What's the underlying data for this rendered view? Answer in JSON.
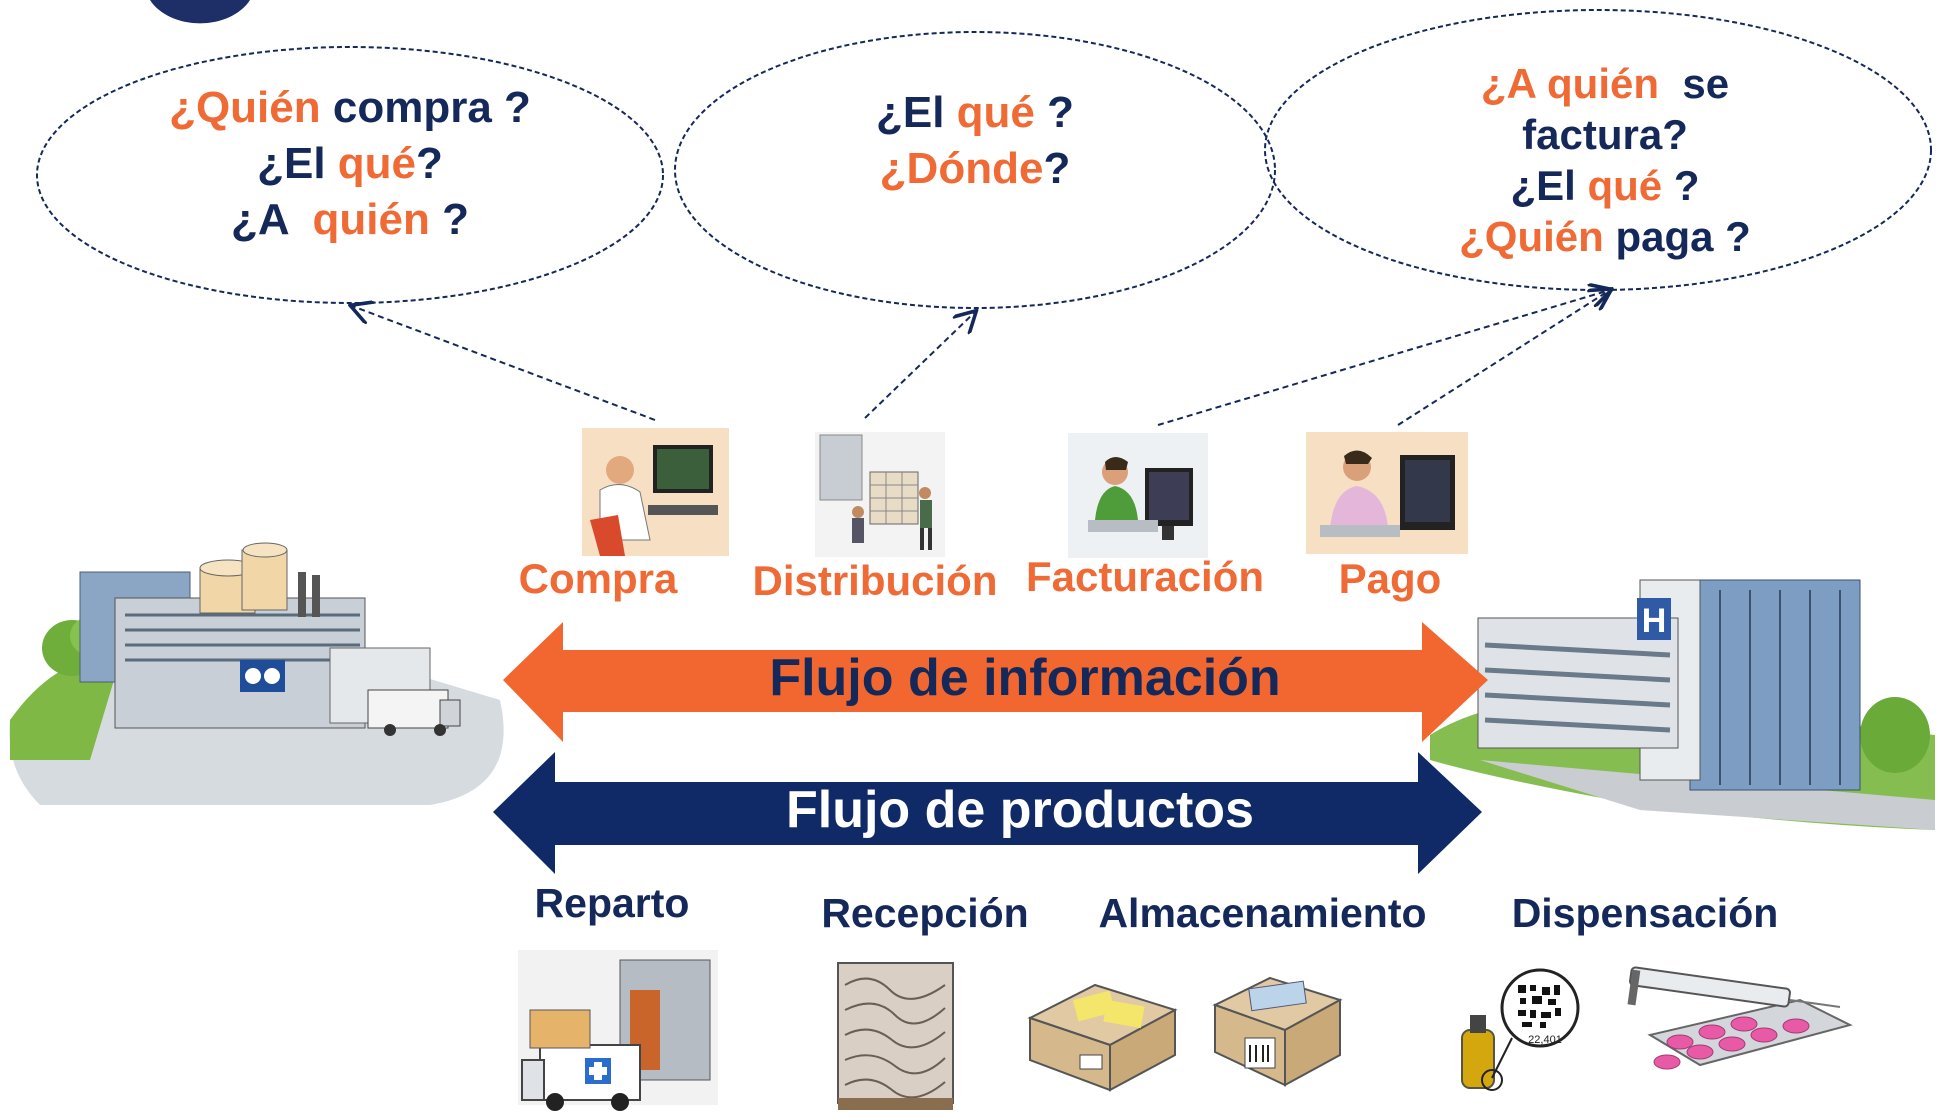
{
  "bubbles": [
    {
      "lines": [
        [
          {
            "t": "¿Quién",
            "c": "orange"
          },
          {
            "t": " compra ?",
            "c": "navy"
          }
        ],
        [
          {
            "t": "¿El ",
            "c": "navy"
          },
          {
            "t": "qué",
            "c": "orange"
          },
          {
            "t": "?",
            "c": "navy"
          }
        ],
        [
          {
            "t": "¿A  ",
            "c": "navy"
          },
          {
            "t": "quién",
            "c": "orange"
          },
          {
            "t": " ?",
            "c": "navy"
          }
        ]
      ]
    },
    {
      "lines": [
        [
          {
            "t": "¿El ",
            "c": "navy"
          },
          {
            "t": "qué",
            "c": "orange"
          },
          {
            "t": " ?",
            "c": "navy"
          }
        ],
        [
          {
            "t": "¿Dónde",
            "c": "orange"
          },
          {
            "t": "?",
            "c": "navy"
          }
        ]
      ]
    },
    {
      "lines": [
        [
          {
            "t": "¿A quién",
            "c": "orange"
          },
          {
            "t": "  se",
            "c": "navy"
          }
        ],
        [
          {
            "t": "factura?",
            "c": "navy"
          }
        ],
        [
          {
            "t": "¿El ",
            "c": "navy"
          },
          {
            "t": "qué",
            "c": "orange"
          },
          {
            "t": " ?",
            "c": "navy"
          }
        ],
        [
          {
            "t": "¿Quién",
            "c": "orange"
          },
          {
            "t": " paga ?",
            "c": "navy"
          }
        ]
      ]
    }
  ],
  "roles": {
    "compra": "Compra",
    "distribucion": "Distribución",
    "facturacion": "Facturación",
    "pago": "Pago"
  },
  "flows": {
    "information": "Flujo de información",
    "products": "Flujo de productos"
  },
  "steps": {
    "reparto": "Reparto",
    "recepcion": "Recepción",
    "almacenamiento": "Almacenamiento",
    "dispensacion": "Dispensación"
  },
  "dispensation_code": "22,401",
  "colors": {
    "orange": "#ef6a35",
    "navy": "#14285a",
    "arrow_orange": "#f1672f",
    "arrow_navy": "#0f2a66"
  }
}
